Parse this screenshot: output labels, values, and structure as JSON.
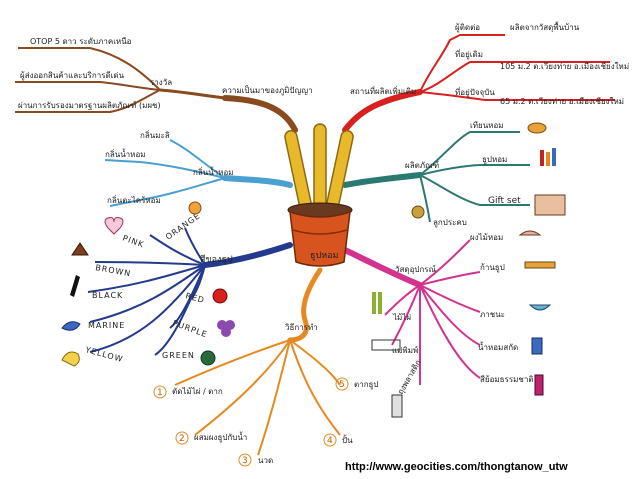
{
  "center": {
    "label": "ธูปหอม"
  },
  "branches": {
    "origin": {
      "label": "สถานที่ผลิตเพิ่มเติม",
      "leaves": [
        "ผู้ติดต่อ",
        "ผลิตจากวัสดุพื้นบ้าน",
        "ที่อยู่เดิม",
        "105 ม.2 ต.เวียงท่าย อ.เมืองเชียงใหม่",
        "ที่อยู่ปัจจุบัน",
        "65 ม.2 ต.เวียงท่าย อ.เมืองเชียงใหม่"
      ]
    },
    "source": {
      "label": "ความเป็นมาของภูมิปัญญา",
      "sublabel": "รางวัล",
      "leaves": [
        "OTOP 5 ดาว ระดับภาคเหนือ",
        "ผู้ส่งออกสินค้าและบริการดีเด่น",
        "ผ่านการรับรองมาตรฐานผลิตภัณฑ์ (มผช)"
      ]
    },
    "scent": {
      "label": "กลิ่นน้ำหอม",
      "leaves": [
        "กลิ่นมะลิ",
        "กลิ่นน้ำหอม",
        "กลิ่นตะไคร้หอม"
      ]
    },
    "products": {
      "label": "ผลิตภัณฑ์",
      "leaves": [
        "เทียนหอม",
        "ธูปหอม",
        "Gift set",
        "ลูกประคบ"
      ]
    },
    "colors": {
      "label": "สีของธูป",
      "leaves": [
        "PINK",
        "ORANGE",
        "BROWN",
        "BLACK",
        "RED",
        "MARINE",
        "PURPLE",
        "YELLOW",
        "GREEN"
      ]
    },
    "materials": {
      "label": "วัสดุอุปกรณ์",
      "leaves": [
        "ผงไม้หอม",
        "ก้านธูป",
        "ไม้ไผ่",
        "ภาชนะ",
        "แม่พิมพ์",
        "น้ำหอมสกัด",
        "ถุงพลาสติก",
        "สีย้อมธรรมชาติ"
      ]
    },
    "process": {
      "label": "วิธีการทำ",
      "steps": [
        {
          "n": "1",
          "text": "ตัดไม้ไผ่ / ตาก"
        },
        {
          "n": "2",
          "text": "ผสมผงธูปกับน้ำ"
        },
        {
          "n": "3",
          "text": "นวด"
        },
        {
          "n": "4",
          "text": "ปั้น"
        },
        {
          "n": "5",
          "text": "ตากธูป"
        }
      ]
    }
  },
  "footer": {
    "url": "http://www.geocities.com/thongtanow_utw"
  },
  "colors": {
    "red": "#d8201e",
    "brown": "#8a4a20",
    "teal": "#2a7a72",
    "sky": "#4aa0cf",
    "navy": "#243a8c",
    "magenta": "#d2338f",
    "orange": "#e58a22",
    "pot": "#d8541e",
    "stick": "#e9b92c"
  }
}
